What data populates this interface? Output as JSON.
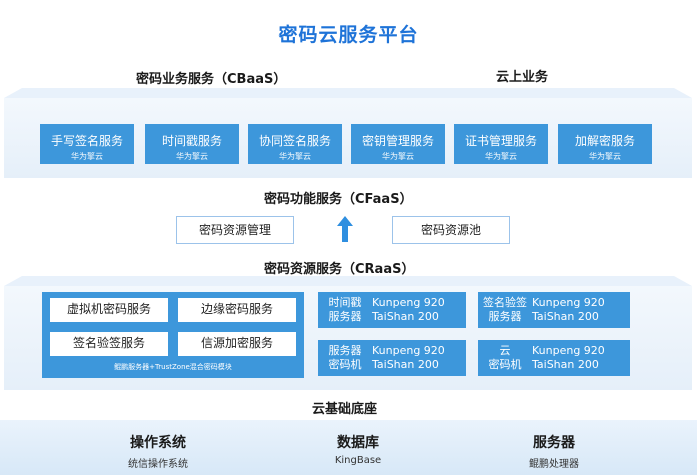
{
  "title": "密码云服务平台",
  "cbaas": {
    "label": "密码业务服务（CBaaS）",
    "cloud_label": "云上业务",
    "services": [
      {
        "name": "手写签名服务",
        "sub": "华为擎云"
      },
      {
        "name": "时间戳服务",
        "sub": "华为擎云"
      },
      {
        "name": "协同签名服务",
        "sub": "华为擎云"
      },
      {
        "name": "密钥管理服务",
        "sub": "华为擎云"
      },
      {
        "name": "证书管理服务",
        "sub": "华为擎云"
      },
      {
        "name": "加解密服务",
        "sub": "华为擎云"
      }
    ]
  },
  "cfaas": {
    "label": "密码功能服务（CFaaS）",
    "left_box": "密码资源管理",
    "right_box": "密码资源池"
  },
  "craas": {
    "label": "密码资源服务（CRaaS）",
    "buttons": [
      "虚拟机密码服务",
      "边缘密码服务",
      "签名验签服务",
      "信源加密服务"
    ],
    "caption": "鲲鹏服务器+TrustZone混合密码模块",
    "specs": [
      {
        "l1": "时间戳",
        "l2": "服务器",
        "r1": "Kunpeng 920",
        "r2": "TaiShan 200"
      },
      {
        "l1": "签名验签",
        "l2": "服务器",
        "r1": "Kunpeng 920",
        "r2": "TaiShan 200"
      },
      {
        "l1": "服务器",
        "l2": "密码机",
        "r1": "Kunpeng 920",
        "r2": "TaiShan 200"
      },
      {
        "l1": "云",
        "l2": "密码机",
        "r1": "Kunpeng 920",
        "r2": "TaiShan 200"
      }
    ]
  },
  "base": {
    "label": "云基础底座",
    "items": [
      {
        "name": "操作系统",
        "sub": "统信操作系统"
      },
      {
        "name": "数据库",
        "sub": "KingBase"
      },
      {
        "name": "服务器",
        "sub": "鲲鹏处理器"
      }
    ]
  },
  "colors": {
    "accent": "#1e73d8",
    "block": "#3d97db",
    "arrow": "#2f8fe0"
  }
}
